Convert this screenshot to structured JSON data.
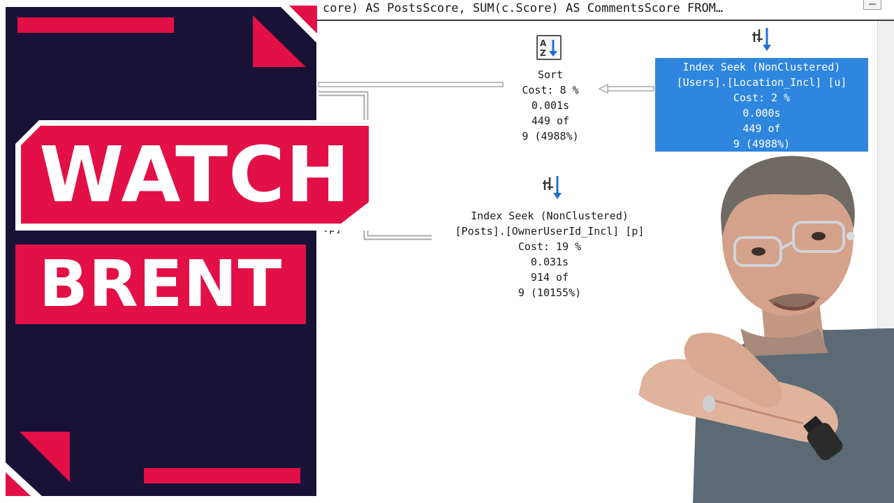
{
  "query_text": "core) AS PostsScore, SUM(c.Score) AS CommentsScore FROM…",
  "partial_label": ".p]",
  "plan_nodes": {
    "sort": {
      "icon": "sort-az-icon",
      "lines": [
        "Sort",
        "Cost: 8 %",
        "0.001s",
        "449 of",
        "9 (4988%)"
      ]
    },
    "seek_users": {
      "icon": "index-seek-icon",
      "lines": [
        "Index Seek (NonClustered)",
        "[Users].[Location_Incl] [u]",
        "Cost: 2 %",
        "0.000s",
        "449 of",
        "9 (4988%)"
      ],
      "selected": true,
      "highlight_color": "#2e86de"
    },
    "seek_posts": {
      "icon": "index-seek-icon",
      "lines": [
        "Index Seek (NonClustered)",
        "[Posts].[OwnerUserId_Incl] [p]",
        "Cost: 19 %",
        "0.031s",
        "914 of",
        "9 (10155%)"
      ]
    }
  },
  "brand": {
    "line1": "WATCH",
    "line2": "BRENT",
    "colors": {
      "panel": "#181236",
      "accent": "#e21046",
      "text": "#ffffff"
    }
  }
}
